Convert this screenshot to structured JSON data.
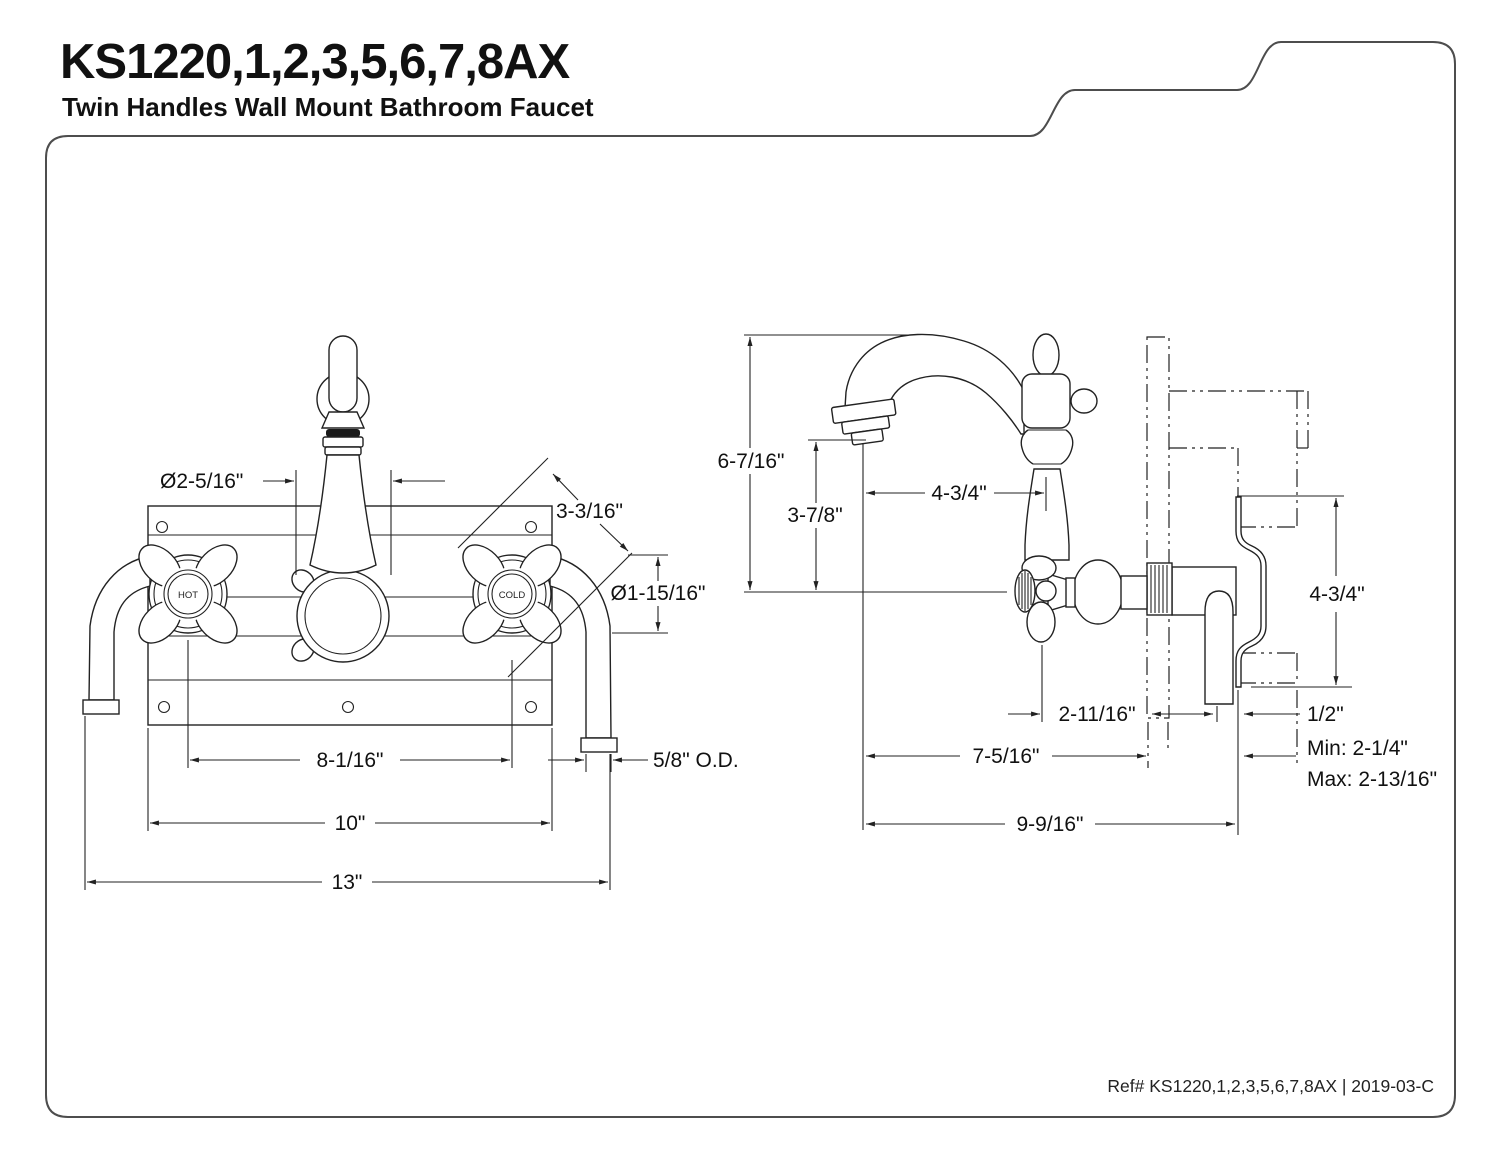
{
  "header": {
    "model": "KS1220,1,2,3,5,6,7,8AX",
    "subtitle": "Twin Handles Wall Mount Bathroom Faucet"
  },
  "footer": {
    "ref": "Ref# KS1220,1,2,3,5,6,7,8AX | 2019-03-C"
  },
  "front_view": {
    "handle_left_label": "HOT",
    "handle_right_label": "COLD",
    "dims": {
      "escutcheon_diameter": "Ø2-5/16\"",
      "handle_diagonal": "3-3/16\"",
      "handle_diameter": "Ø1-15/16\"",
      "handle_spacing": "8-1/16\"",
      "plate_width": "10\"",
      "overall_width": "13\"",
      "tube_od": "5/8\" O.D."
    }
  },
  "side_view": {
    "dims": {
      "spout_height": "6-7/16\"",
      "outlet_height": "3-7/8\"",
      "spout_reach": "4-3/4\"",
      "bracket_height": "4-3/4\"",
      "center_to_wall": "2-11/16\"",
      "outlet_to_wall": "7-5/16\"",
      "overall_depth": "9-9/16\"",
      "tube_offset": "1/2\"",
      "wall_min": "Min: 2-1/4\"",
      "wall_max": "Max: 2-13/16\""
    }
  }
}
